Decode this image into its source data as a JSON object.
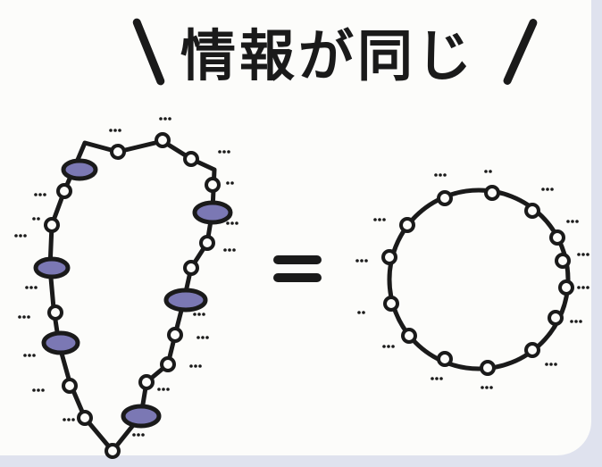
{
  "title": "情報が同じ",
  "colors": {
    "background": "#dfe2ee",
    "card": "#fcfcfa",
    "ink": "#1a1a1a",
    "node_fill": "#7b78b4"
  },
  "icons": [
    "left-slash",
    "right-slash",
    "equals-sign"
  ]
}
